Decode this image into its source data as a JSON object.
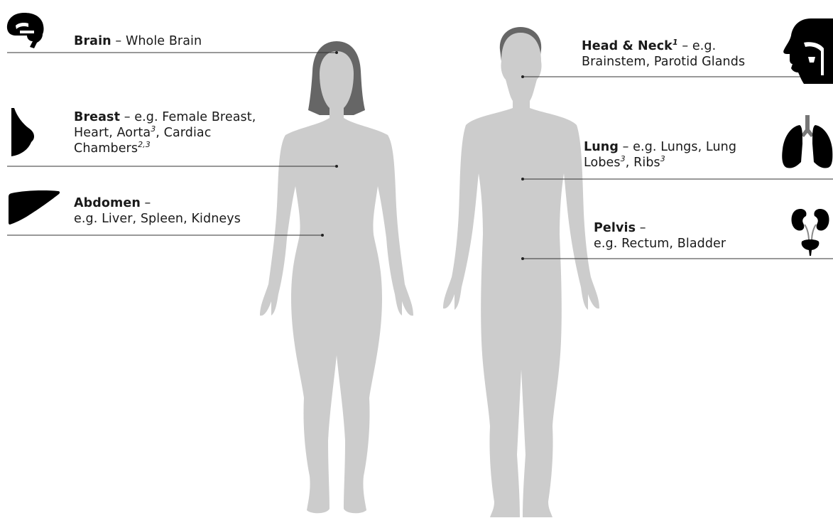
{
  "regions": {
    "brain": {
      "title": "Brain",
      "dash": " – ",
      "line1": "Whole Brain",
      "line2": "",
      "icon": "brain-icon"
    },
    "breast": {
      "title": "Breast",
      "dash": " – ",
      "line1a": "e.g. Female Breast,",
      "line2a": "Heart, Aorta",
      "sup1": "3",
      "line2b": ", Cardiac",
      "line3a": "Chambers",
      "sup2": "2,3",
      "icon": "breast-icon"
    },
    "abdomen": {
      "title": "Abdomen",
      "dash": " –",
      "line1": "e.g. Liver, Spleen, Kidneys",
      "icon": "liver-icon"
    },
    "head": {
      "title": "Head & Neck",
      "sup": "1",
      "dash": " – e.g.",
      "line1": "Brainstem, Parotid Glands",
      "icon": "head-neck-icon"
    },
    "lung": {
      "title": "Lung",
      "dash": " – e.g. Lungs, Lung",
      "line2a": "Lobes",
      "sup1": "3",
      "line2b": ", Ribs",
      "sup2": "3",
      "icon": "lungs-icon"
    },
    "pelvis": {
      "title": "Pelvis",
      "dash": " –",
      "line1": "e.g. Rectum, Bladder",
      "icon": "kidneys-bladder-icon"
    }
  },
  "colors": {
    "silhouette": "#cccccc",
    "hair": "#666666",
    "icon": "#000000",
    "line": "#333333"
  }
}
